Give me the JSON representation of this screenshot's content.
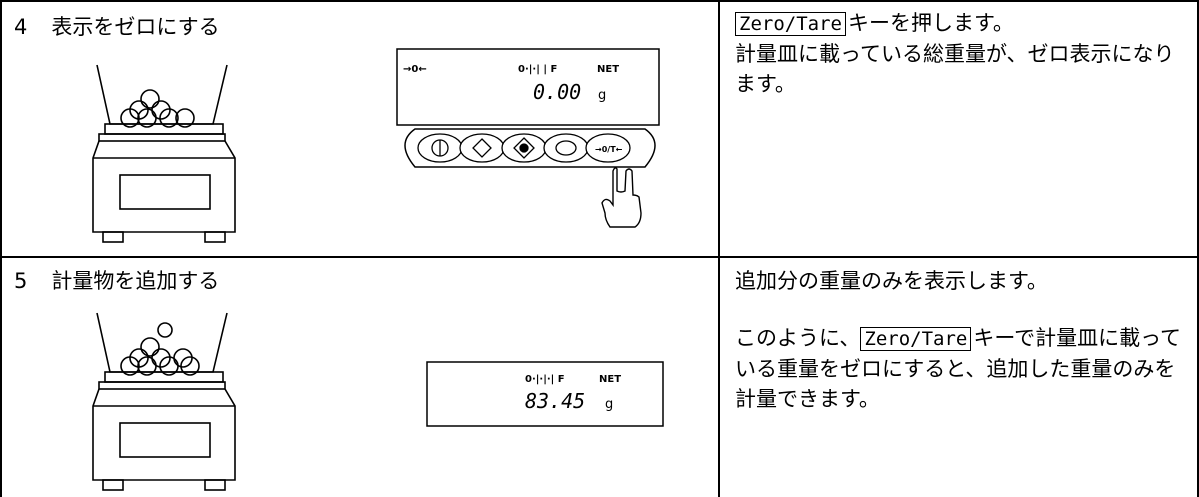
{
  "rows": [
    {
      "step_number": "4",
      "step_title": "表示をゼロにする",
      "display": {
        "indicator_zero": "→0←",
        "indicator_bar": "0·|·| | F",
        "indicator_net": "NET",
        "value": "0.00",
        "unit": "g"
      },
      "keys": [
        "power-key",
        "print-key",
        "mode-key",
        "cal-key",
        "zero-tare-key"
      ],
      "zero_tare_key_label": "→0/T←",
      "desc_key": "Zero/Tare",
      "desc_line1_rest": "キーを押します。",
      "desc_line2": "計量皿に載っている総重量が、ゼロ表示になります。"
    },
    {
      "step_number": "5",
      "step_title": "計量物を追加する",
      "display": {
        "indicator_bar": "0·|·|·| F",
        "indicator_net": "NET",
        "value": "83.45",
        "unit": "g"
      },
      "desc_line1": "追加分の重量のみを表示します。",
      "desc_pre": "このように、",
      "desc_key": "Zero/Tare",
      "desc_post": "キーで計量皿に載っている重量をゼロにすると、追加した重量のみを計量できます。"
    }
  ]
}
